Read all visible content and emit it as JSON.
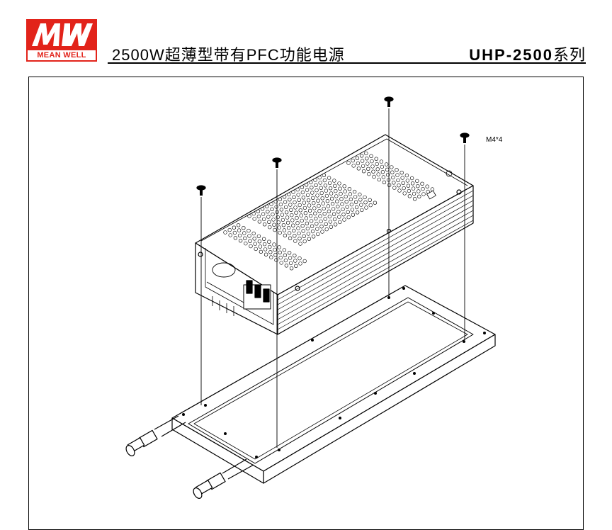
{
  "header": {
    "logo_brand": "MEAN WELL",
    "title": "2500W超薄型带有PFC功能电源",
    "series_model": "UHP-2500",
    "series_suffix": "系列"
  },
  "drawing": {
    "screw_label": "M4*4"
  },
  "colors": {
    "brand_red": "#e2231a",
    "line": "#000000"
  }
}
